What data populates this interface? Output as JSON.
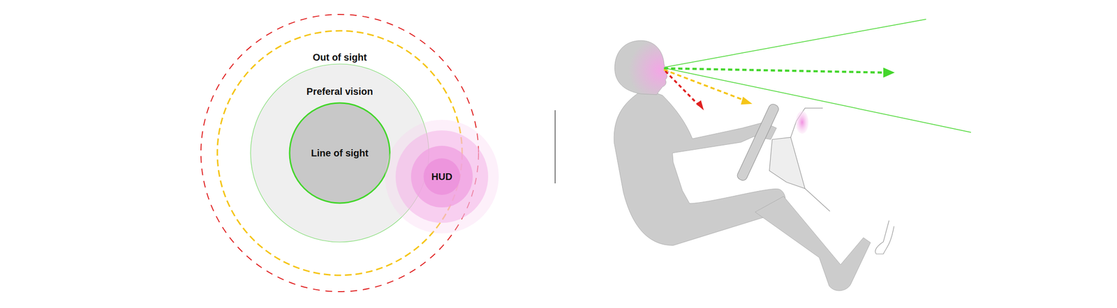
{
  "diagram": {
    "nodes": [
      {
        "text": [
          "Out of sight"
        ]
      },
      {
        "text": [
          "Preferal vision"
        ],
        "in": 0
      },
      {
        "text": [
          "Line of sight"
        ],
        "in": 1
      },
      {
        "text": [
          "HUD"
        ]
      }
    ]
  }
}
